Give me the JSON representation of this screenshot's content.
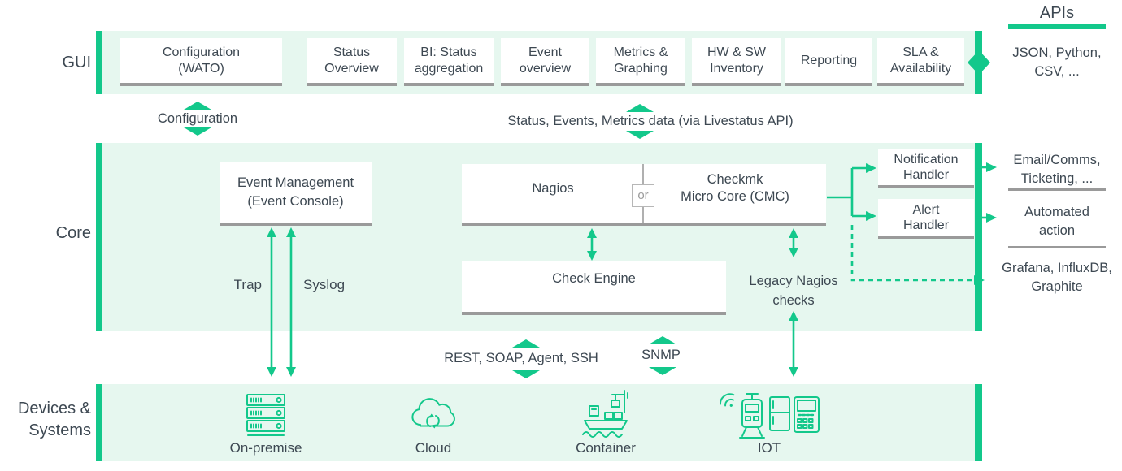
{
  "colors": {
    "accent": "#13C88B",
    "band": "#E6F7EF",
    "gray": "#9A9A9A",
    "text": "#3D4852"
  },
  "side_labels": {
    "gui": "GUI",
    "core": "Core",
    "devices": "Devices &\nSystems"
  },
  "gui_row": {
    "boxes": [
      {
        "label": "Configuration\n(WATO)"
      },
      {
        "label": "Status\nOverview"
      },
      {
        "label": "BI: Status\naggregation"
      },
      {
        "label": "Event\noverview"
      },
      {
        "label": "Metrics &\nGraphing"
      },
      {
        "label": "HW & SW\nInventory"
      },
      {
        "label": "Reporting"
      },
      {
        "label": "SLA &\nAvailability"
      }
    ]
  },
  "apis": {
    "title": "APIs",
    "items": "JSON, Python,\nCSV, ..."
  },
  "links": {
    "configuration": "Configuration",
    "livestatus": "Status, Events, Metrics data (via Livestatus API)",
    "trap": "Trap",
    "syslog": "Syslog",
    "rest": "REST, SOAP, Agent, SSH",
    "snmp": "SNMP"
  },
  "core": {
    "event_management": "Event Management\n(Event Console)",
    "nagios": "Nagios",
    "or": "or",
    "cmc": "Checkmk\nMicro Core (CMC)",
    "check_engine": "Check Engine",
    "legacy": "Legacy Nagios\nchecks",
    "notification_handler": "Notification\nHandler",
    "alert_handler": "Alert\nHandler"
  },
  "outputs": {
    "email": "Email/Comms,\nTicketing, ...",
    "automated": "Automated\naction",
    "metrics": "Grafana, InfluxDB,\nGraphite"
  },
  "devices": [
    {
      "label": "On-premise",
      "icon": "server-rack-icon"
    },
    {
      "label": "Cloud",
      "icon": "cloud-sync-icon"
    },
    {
      "label": "Container",
      "icon": "container-ship-icon"
    },
    {
      "label": "IOT",
      "icon": "iot-devices-icon"
    }
  ]
}
